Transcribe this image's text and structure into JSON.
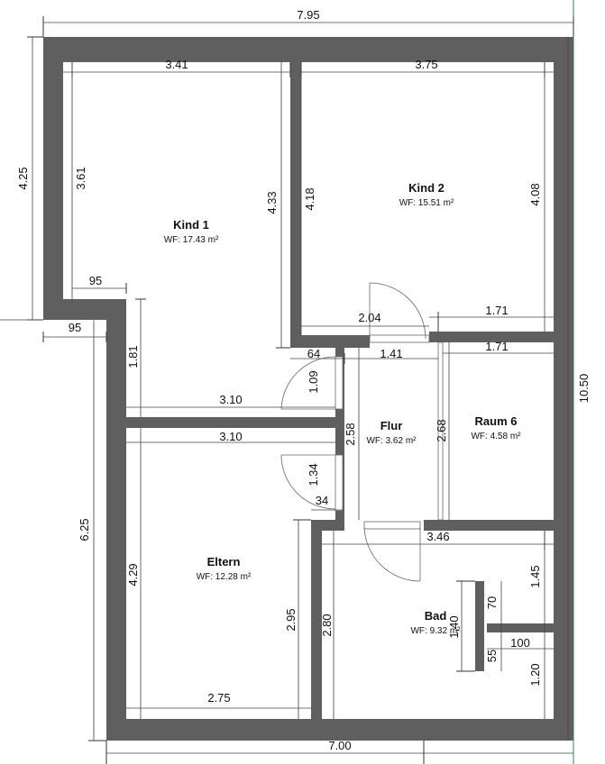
{
  "rooms": {
    "kind1": {
      "name": "Kind 1",
      "area": "WF: 17.43 m²"
    },
    "kind2": {
      "name": "Kind 2",
      "area": "WF: 15.51 m²"
    },
    "flur": {
      "name": "Flur",
      "area": "WF: 3.62 m²"
    },
    "raum6": {
      "name": "Raum 6",
      "area": "WF: 4.58 m²"
    },
    "eltern": {
      "name": "Eltern",
      "area": "WF: 12.28 m²"
    },
    "bad": {
      "name": "Bad",
      "area": "WF: 9.32 m²"
    }
  },
  "dimensions": {
    "overall_top": "7.95",
    "overall_bottom": "7.00",
    "overall_right": "10.50",
    "left_upper": "4.25",
    "left_lower": "6.25",
    "kind1_width": "3.41",
    "kind1_left_height": "3.61",
    "kind1_right_height": "4.33",
    "kind1_notch": "95",
    "outer_notch": "95",
    "kind2_width": "3.75",
    "kind2_left_height": "4.18",
    "kind2_right_height": "4.08",
    "kind2_bottom": "2.04",
    "kind2_bottom_right": "1.71",
    "raum6_top": "1.71",
    "flur_top": "1.41",
    "flur_left": "64",
    "door_upper": "1.09",
    "corridor_left": "1.81",
    "wall_upper_len": "3.10",
    "wall_lower_len": "3.10",
    "flur_height": "2.58",
    "raum6_height": "2.68",
    "door_lower": "1.34",
    "flur_bottom": "34",
    "bad_top": "3.46",
    "eltern_height": "4.29",
    "eltern_right": "2.95",
    "bad_left": "2.80",
    "eltern_bottom": "2.75",
    "bad_70": "70",
    "bad_140": "1.40",
    "bad_55": "55",
    "bad_100": "100",
    "bad_145": "1.45",
    "bad_120": "1.20"
  }
}
